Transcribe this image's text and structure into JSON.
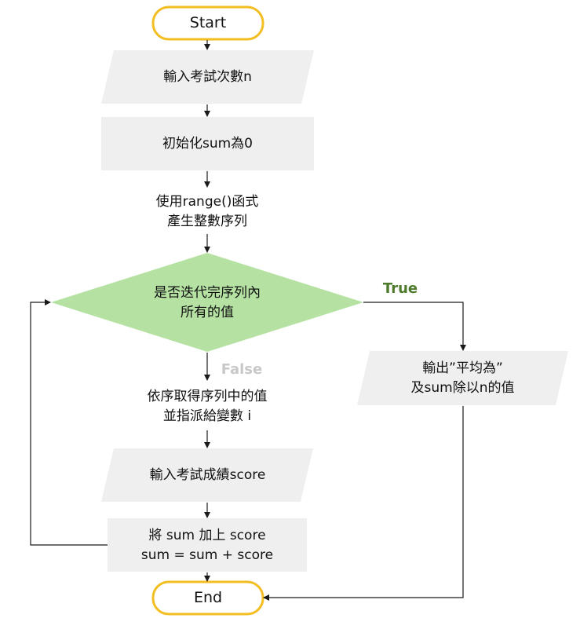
{
  "colors": {
    "terminal_border": "#F2BE22",
    "terminal_fill": "#FFFFFF",
    "process_fill": "#EFEFEF",
    "decision_fill": "#B5E2A2",
    "line": "#1A1A1A",
    "true_label": "#4E7A2C",
    "false_label": "#C8C8C8"
  },
  "flowchart": {
    "start": "Start",
    "input_count": "輸入考試次數n",
    "init_sum": "初始化sum為0",
    "range_line1": "使用range()函式",
    "range_line2": "產生整數序列",
    "decision_line1": "是否迭代完序列內",
    "decision_line2": "所有的值",
    "true_label": "True",
    "false_label": "False",
    "assign_line1": "依序取得序列中的值",
    "assign_line2": "並指派給變數 i",
    "input_score": "輸入考試成績score",
    "add_line1": "將 sum 加上 score",
    "add_line2": "sum = sum + score",
    "output_line1": "輸出”平均為”",
    "output_line2": "及sum除以n的值",
    "end": "End"
  }
}
